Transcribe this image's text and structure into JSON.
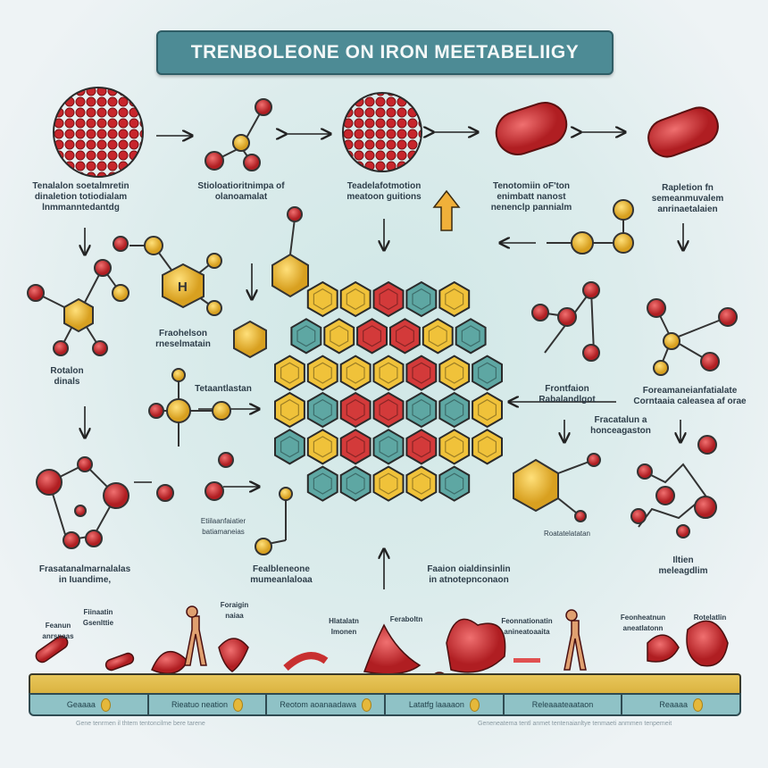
{
  "title": "TRENBOLEONE ON IRON MEETABELIIGY",
  "labels": {
    "l1": "Tenalalon soetalmretin\ndinaletion totiodialam\nlnmmanntedantdg",
    "l2": "Stioloatioritnimpa of\nolanoamalat",
    "l3": "Teadelafotmotion\nmeatoon guitions",
    "l4": "Tenotomiin oF'ton\nenimbatt nanost\nnenenclp pannialm",
    "l5": "Rapletion fn\nsemeanmuvalem\nanrinaetalaien",
    "l6": "Rotalon\ndinals",
    "l7": "Fraohelson\nrneselmatain",
    "l8": "Tetaantlastan",
    "l9": "Frontfaion\nRabalandlgot",
    "l10": "Foreamaneianfatialate\nCorntaaia caleasea af orae",
    "l11": "Fracatalun a\nhonceagaston",
    "l12": "Frasatanalmarnalalas\nin Iuandime,",
    "l13": "Fealbleneone\nmumeanlaloaa",
    "l14": "Faaion oialdinsinlin\nin atnotepnconaon",
    "l15": "Iltien\nmeleagdlim",
    "l16": "Etiilaanfaiatier\nbatiamaneias",
    "l17": "Roatatelatatan",
    "b1": "Fiinaatin\nGsenlttie",
    "b2": "Feanun\nanrsnaas",
    "b3": "Foraigin\nnaiaa",
    "b4": "Hlatalatn\nImonen",
    "b5": "Feraboltn",
    "b6": "Feonnationatin\nanineatoaaita",
    "b7": "Feonheatnun\naneatlatonn",
    "b8": "Rotelatlin"
  },
  "bottom_bar": [
    "Geaaaa",
    "Rieatuo  neation",
    "Reotom  aoanaadawa",
    "Latatfg  laaaaon",
    "Releaaateaataon",
    "Reaaaa"
  ],
  "footer": {
    "left": "Gene tenrmen il thtem tentoncilme bere tarene",
    "right": "Geneneatema tentl anmet tentenaianltye tenmaeti anmmen tenpemeit"
  },
  "colors": {
    "accent": "#4d8b95",
    "red": "#d33a3a",
    "yellow": "#f0c23a",
    "teal": "#5ea7a3"
  },
  "hex_rows": [
    [
      "y",
      "y",
      "r",
      "t",
      "y"
    ],
    [
      "t",
      "y",
      "r",
      "r",
      "y",
      "t"
    ],
    [
      "y",
      "y",
      "y",
      "y",
      "r",
      "y",
      "t"
    ],
    [
      "y",
      "t",
      "r",
      "r",
      "t",
      "t",
      "y"
    ],
    [
      "t",
      "y",
      "r",
      "t",
      "r",
      "y",
      "y"
    ],
    [
      "t",
      "t",
      "y",
      "y",
      "t"
    ]
  ]
}
